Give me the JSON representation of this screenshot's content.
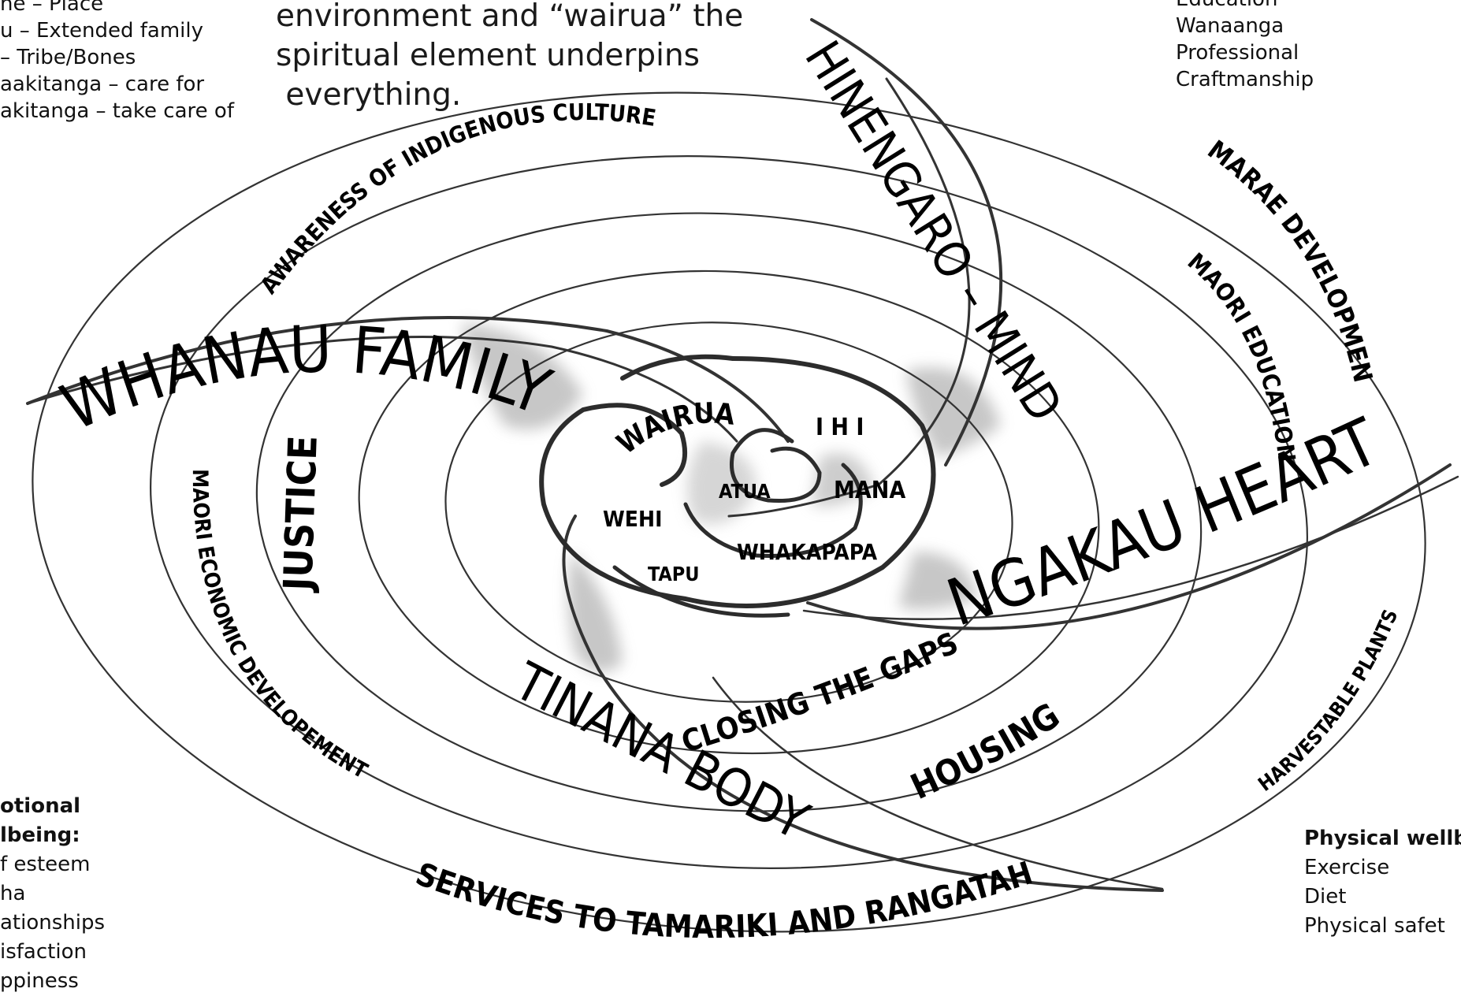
{
  "left_top_notes": {
    "lines": [
      "ne – Place",
      "u – Extended family",
      "– Tribe/Bones",
      "aakitanga – care for",
      "akitanga – take care of"
    ]
  },
  "intro_text": {
    "lines": [
      "environment and “wairua” the",
      "spiritual element underpins",
      " everything."
    ]
  },
  "right_top_notes": {
    "lines": [
      "Education",
      "Wanaanga",
      "Professional",
      "Craftmanship"
    ]
  },
  "left_bottom_notes": {
    "heading": [
      "otional",
      "lbeing:"
    ],
    "items": [
      "f esteem",
      "ha",
      "ationships",
      "isfaction",
      "ppiness"
    ]
  },
  "right_bottom_notes": {
    "heading": "Physical wellb",
    "items": [
      "Exercise",
      "Diet",
      "Physical safet"
    ]
  },
  "diagram": {
    "arms": {
      "whanau": "WHANAU  FAMILY",
      "hinengaro": "HINENGARO – MIND",
      "ngakau": "NGAKAU HEART",
      "tinana": "TINANA BODY"
    },
    "center": {
      "wairua": "WAIRUA",
      "ihi": "I H I",
      "atua": "ATUA",
      "mana": "MANA",
      "wehi": "WEHI",
      "whakapapa": "WHAKAPAPA",
      "tapu": "TAPU"
    },
    "rings": {
      "awareness": "AWARENESS OF INDIGENOUS CULTURE",
      "marae": "MARAE DEVELOPMENT",
      "maori_education": "MAORI EDUCATION",
      "justice": "JUSTICE",
      "economic": "MAORI ECONOMIC DEVELOPEMENT",
      "closing": "CLOSING THE GAPS",
      "housing": "HOUSING",
      "harvestable": "HARVESTABLE PLANTS",
      "services": "SERVICES TO TAMARIKI AND RANGATAH"
    }
  }
}
